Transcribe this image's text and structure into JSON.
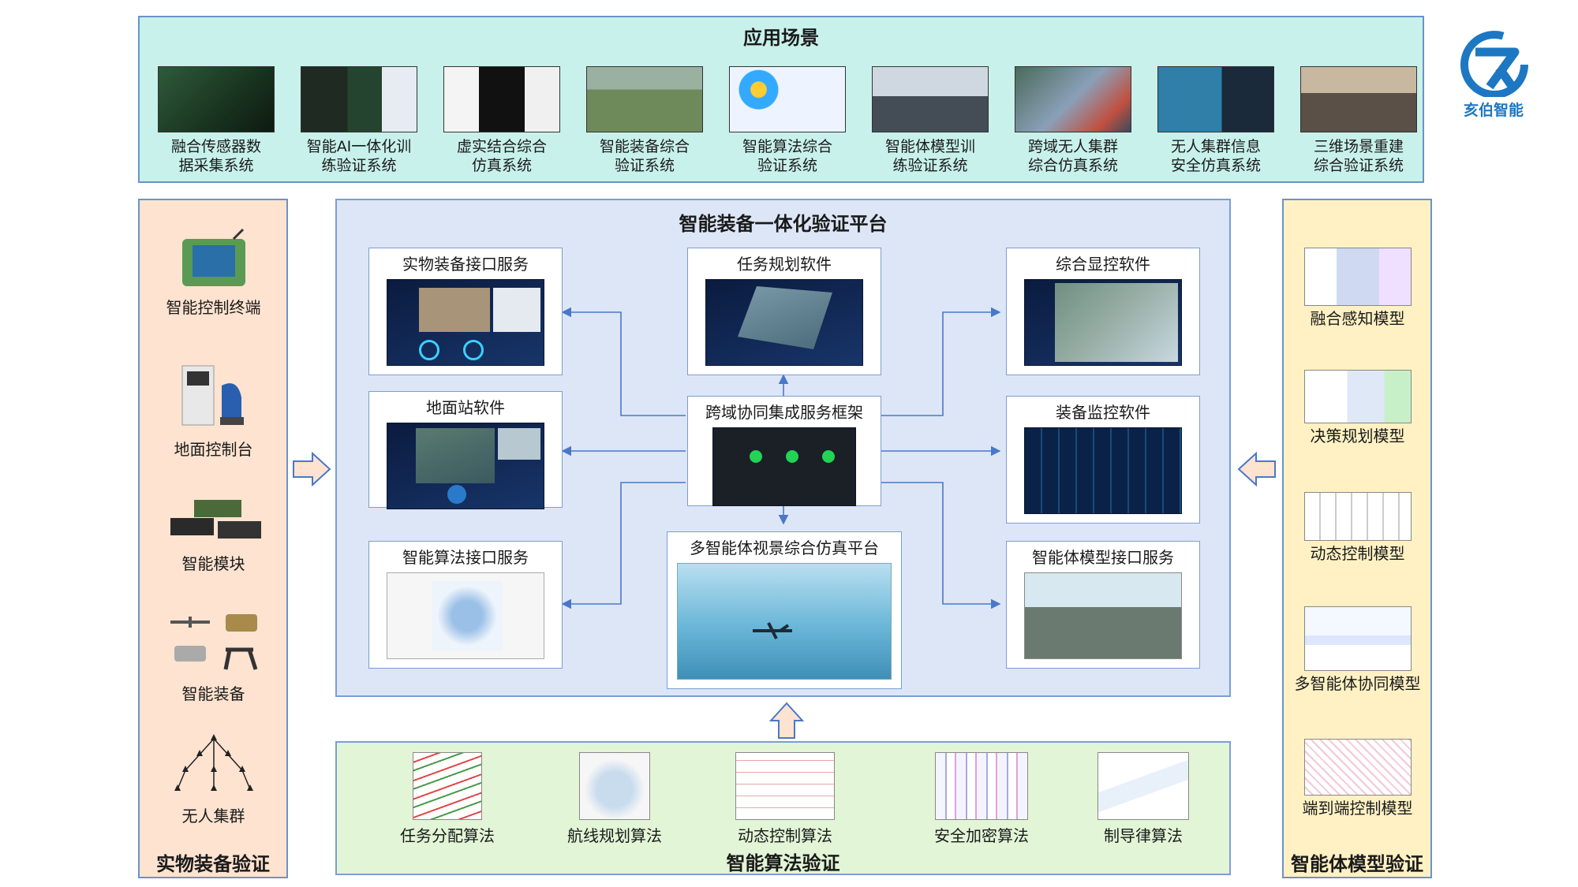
{
  "top": {
    "title": "应用场景",
    "scenes": [
      {
        "label": "融合传感器数\n据采集系统"
      },
      {
        "label": "智能AI一体化训\n练验证系统"
      },
      {
        "label": "虚实结合综合\n仿真系统"
      },
      {
        "label": "智能装备综合\n验证系统"
      },
      {
        "label": "智能算法综合\n验证系统"
      },
      {
        "label": "智能体模型训\n练验证系统"
      },
      {
        "label": "跨域无人集群\n综合仿真系统"
      },
      {
        "label": "无人集群信息\n安全仿真系统"
      },
      {
        "label": "三维场景重建\n综合验证系统"
      }
    ]
  },
  "left": {
    "title": "实物装备验证",
    "items": [
      "智能控制终端",
      "地面控制台",
      "智能模块",
      "智能装备",
      "无人集群"
    ]
  },
  "right": {
    "title": "智能体模型验证",
    "items": [
      "融合感知模型",
      "决策规划模型",
      "动态控制模型",
      "多智能体协同模型",
      "端到端控制模型"
    ]
  },
  "platform": {
    "title": "智能装备一体化验证平台",
    "cards": {
      "physical": "实物装备接口服务",
      "mission": "任务规划软件",
      "display": "综合显控软件",
      "ground": "地面站软件",
      "framework": "跨域协同集成服务框架",
      "monitor": "装备监控软件",
      "algorithm": "智能算法接口服务",
      "sim": "多智能体视景综合仿真平台",
      "model": "智能体模型接口服务"
    }
  },
  "bottom": {
    "title": "智能算法验证",
    "items": [
      "任务分配算法",
      "航线规划算法",
      "动态控制算法",
      "安全加密算法",
      "制导律算法"
    ]
  },
  "logo": {
    "text": "亥伯智能"
  },
  "colors": {
    "accent": "#6a93c8",
    "arrow": "#4a78c8",
    "top_bg": "#c8f1eb",
    "left_bg": "#fde3d0",
    "right_bg": "#fff1c4",
    "platform_bg": "#dde6f6",
    "bottom_bg": "#e2f5d6"
  }
}
